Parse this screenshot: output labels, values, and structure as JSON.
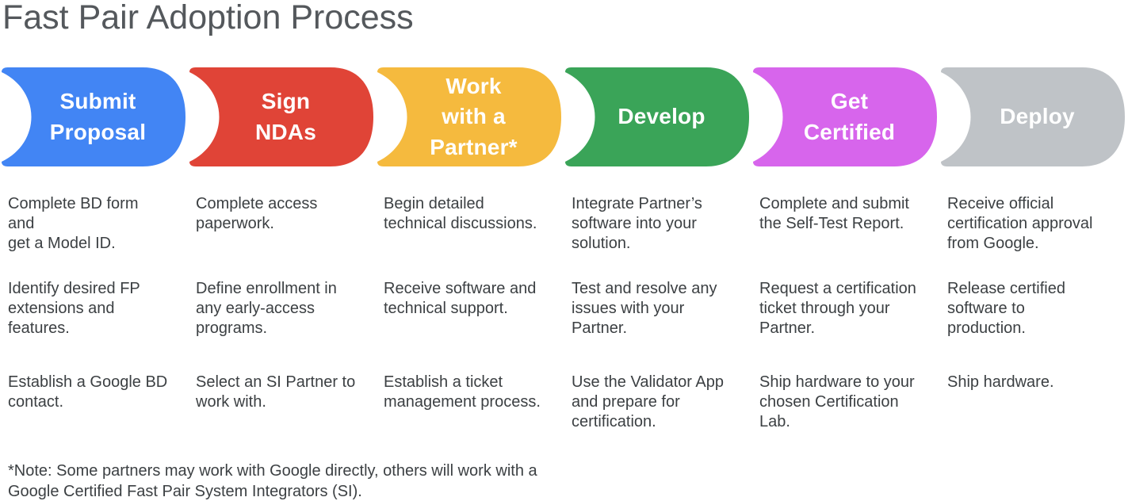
{
  "title": "Fast Pair Adoption Process",
  "stages": [
    {
      "name": "Submit Proposal",
      "lines": [
        "Submit",
        "Proposal"
      ],
      "color": "#4285F4",
      "steps": [
        [
          "Complete BD form and",
          "get a Model ID."
        ],
        [
          "Identify desired FP",
          "extensions and",
          "features."
        ],
        [
          "Establish a Google BD",
          "contact."
        ]
      ]
    },
    {
      "name": "Sign NDAs",
      "lines": [
        "Sign",
        "NDAs"
      ],
      "color": "#E04437",
      "steps": [
        [
          "Complete access",
          "paperwork."
        ],
        [
          "Define enrollment in",
          "any early-access",
          "programs."
        ],
        [
          "Select an SI Partner to",
          "work with."
        ]
      ]
    },
    {
      "name": "Work with a Partner*",
      "lines": [
        "Work",
        "with a",
        "Partner*"
      ],
      "color": "#F5BA3E",
      "steps": [
        [
          "Begin detailed",
          "technical discussions."
        ],
        [
          "Receive software and",
          "technical support."
        ],
        [
          "Establish a ticket",
          "management process."
        ]
      ]
    },
    {
      "name": "Develop",
      "lines": [
        "Develop"
      ],
      "color": "#3AA458",
      "steps": [
        [
          "Integrate Partner’s",
          "software into your",
          "solution."
        ],
        [
          "Test and resolve any",
          "issues with your",
          "Partner."
        ],
        [
          "Use the Validator App",
          "and prepare for",
          "certification."
        ]
      ]
    },
    {
      "name": "Get Certified",
      "lines": [
        "Get",
        "Certified"
      ],
      "color": "#D765EC",
      "steps": [
        [
          "Complete and submit",
          "the Self-Test Report."
        ],
        [
          "Request a certification",
          "ticket through your",
          "Partner."
        ],
        [
          "Ship hardware to your",
          "chosen Certification",
          "Lab."
        ]
      ]
    },
    {
      "name": "Deploy",
      "lines": [
        "Deploy"
      ],
      "color": "#BFC3C7",
      "steps": [
        [
          "Receive official",
          "certification approval",
          "from Google."
        ],
        [
          "Release certified",
          "software to",
          "production."
        ],
        [
          "Ship hardware."
        ]
      ]
    }
  ],
  "note": [
    "*Note: Some partners may work with Google directly, others will work with a",
    "Google Certified Fast Pair System Integrators (SI)."
  ]
}
